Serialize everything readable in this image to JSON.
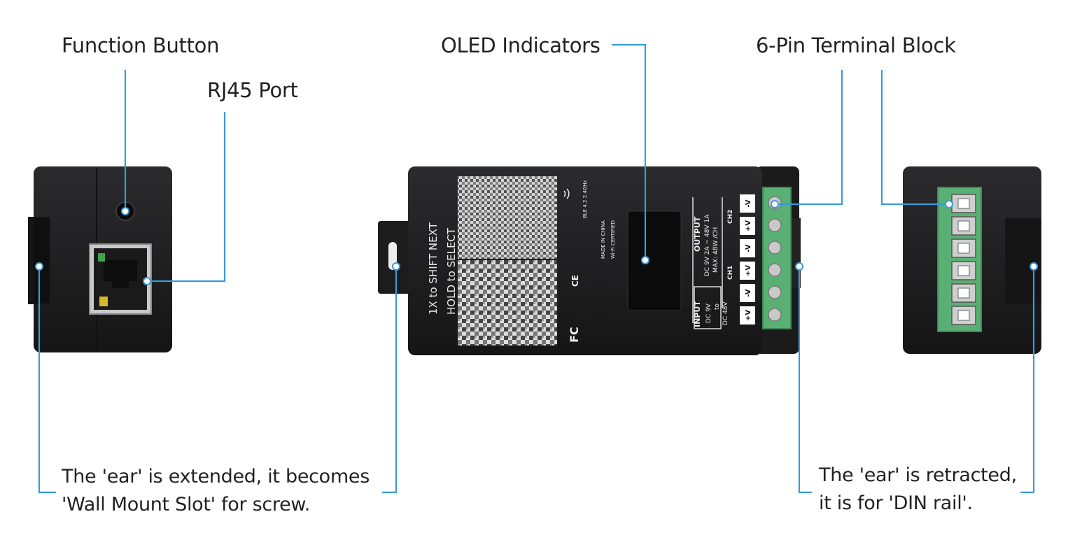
{
  "labels": {
    "function_button": "Function Button",
    "rj45_port": "RJ45 Port",
    "oled_indicators": "OLED Indicators",
    "terminal_block": "6-Pin Terminal Block"
  },
  "captions": {
    "ear_extended_line1": "The 'ear' is extended, it becomes",
    "ear_extended_line2": "'Wall Mount Slot' for screw.",
    "ear_retracted_line1": "The 'ear' is retracted,",
    "ear_retracted_line2": "it is for 'DIN rail'."
  },
  "device": {
    "button_text_line1": "1X to SHIFT NEXT",
    "button_text_line2": "HOLD to SELECT",
    "output_title": "OUTPUT",
    "output_spec1": "DC 9V 2A ~ 48V 1A",
    "output_spec2": "MAX: 48W /CH",
    "ch1": "CH1",
    "ch2": "CH2",
    "input_title": "INPUT",
    "input_spec1": "DC 9V",
    "input_spec2": "to",
    "input_spec3": "DC 48V",
    "pin_plus": "+V",
    "pin_minus": "-V",
    "fcc_mark": "FC",
    "ce_mark": "CE",
    "made_in": "MADE IN CHINA",
    "ble": "BLE 4.2 2.4GHz",
    "wifi_cert": "Wi-Fi CERTIFIED"
  },
  "colors": {
    "leader": "#3a9ad9",
    "housing": "#1f1f21",
    "terminal": "#5ab074",
    "label_text": "#222222"
  }
}
